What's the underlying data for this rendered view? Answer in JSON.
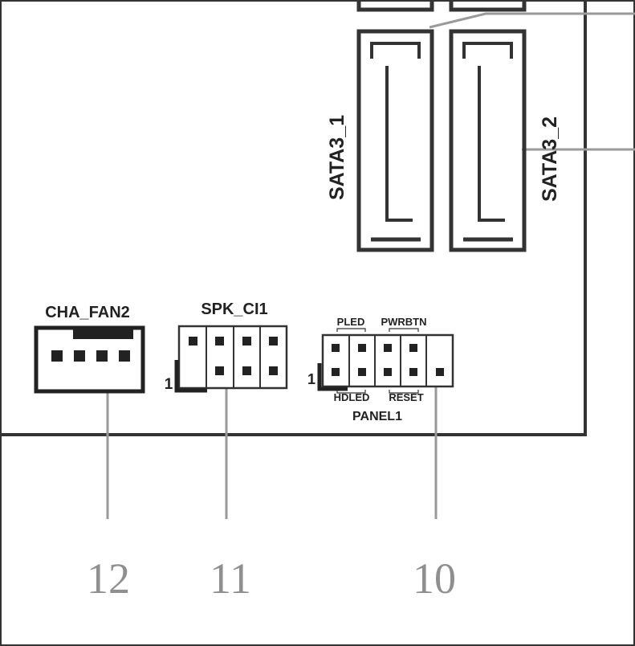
{
  "connectors": {
    "sata1": "SATA3_1",
    "sata2": "SATA3_2",
    "cha_fan2": "CHA_FAN2",
    "spk_ci1": "SPK_CI1",
    "panel1": "PANEL1",
    "pin1_marker": "1"
  },
  "panel_pins": {
    "pled": "PLED",
    "pwrbtn": "PWRBTN",
    "hdled": "HDLED",
    "reset": "RESET"
  },
  "callouts": {
    "fan": "12",
    "spk": "11",
    "panel": "10"
  },
  "colors": {
    "line": "#333333",
    "leader": "#9a9a9a",
    "callout": "#8f8f8f"
  }
}
